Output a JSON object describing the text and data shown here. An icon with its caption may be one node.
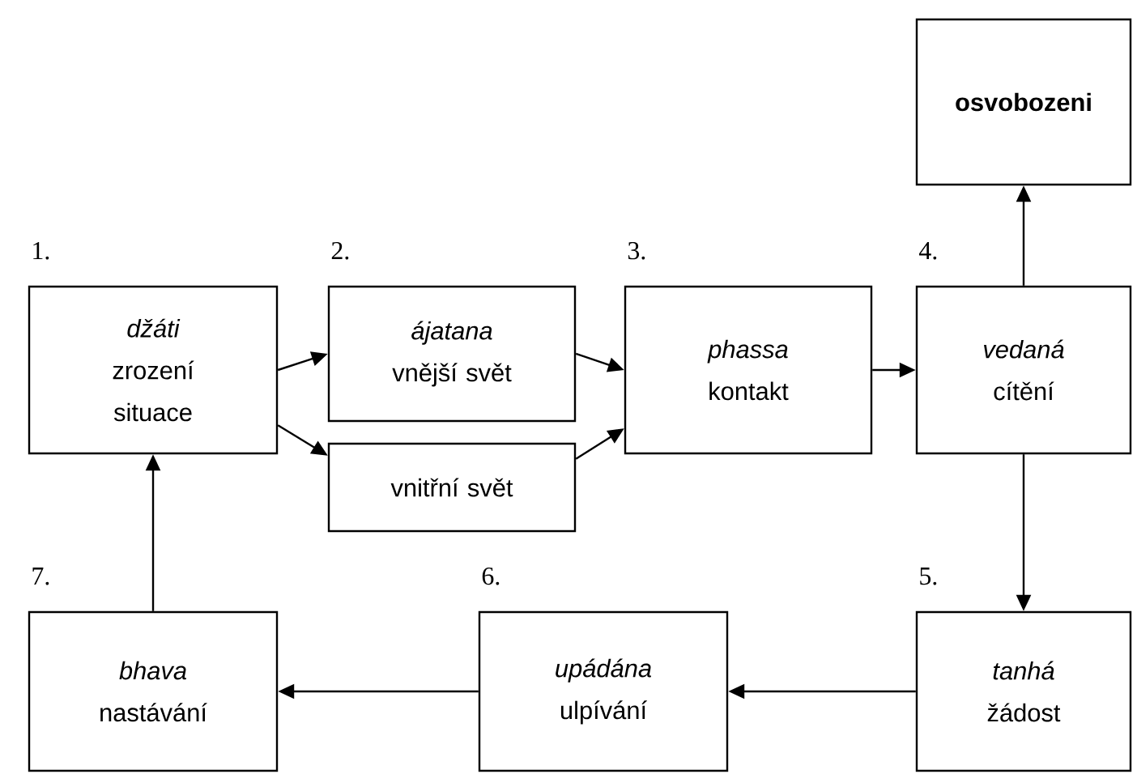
{
  "diagram": {
    "nodes": [
      {
        "text": [
          "1.",
          "džáti",
          "zrození situace"
        ]
      },
      {
        "text": [
          "2.",
          "ájatana",
          "vnější svět"
        ]
      },
      {
        "text": [
          "vnitřní svět"
        ]
      },
      {
        "text": [
          "3.",
          "phassa",
          "kontakt"
        ]
      },
      {
        "text": [
          "4.",
          "vedaná",
          "cítění"
        ]
      },
      {
        "text": [
          "osvobozeni"
        ]
      },
      {
        "text": [
          "5.",
          "tanhá",
          "žádost"
        ]
      },
      {
        "text": [
          "6.",
          "upádána",
          "ulpívání"
        ]
      },
      {
        "text": [
          "7.",
          "bhava",
          "nastávání"
        ]
      }
    ],
    "edges": [
      {
        "from": 0,
        "to": 1,
        "arrow": "to"
      },
      {
        "from": 0,
        "to": 2,
        "arrow": "to"
      },
      {
        "from": 1,
        "to": 3,
        "arrow": "to"
      },
      {
        "from": 2,
        "to": 3,
        "arrow": "to"
      },
      {
        "from": 3,
        "to": 4,
        "arrow": "to"
      },
      {
        "from": 4,
        "to": 5,
        "arrow": "to"
      },
      {
        "from": 4,
        "to": 6,
        "arrow": "to"
      },
      {
        "from": 6,
        "to": 7,
        "arrow": "to"
      },
      {
        "from": 7,
        "to": 8,
        "arrow": "to"
      },
      {
        "from": 8,
        "to": 0,
        "arrow": "to"
      }
    ]
  }
}
